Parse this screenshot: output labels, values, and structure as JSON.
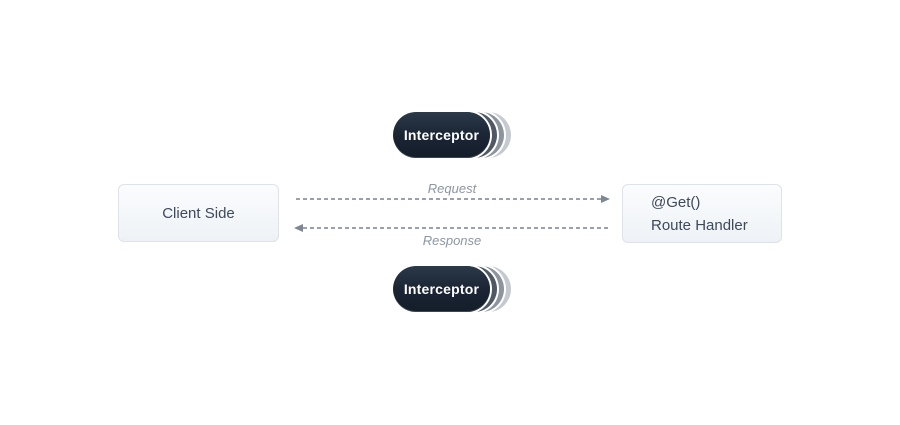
{
  "diagram": {
    "type": "flow-diagram",
    "interceptors": {
      "top": {
        "label": "Interceptor"
      },
      "bottom": {
        "label": "Interceptor"
      }
    },
    "client_box": {
      "label": "Client Side"
    },
    "handler_box": {
      "decorator": "@Get()",
      "name": "Route Handler"
    },
    "arrows": {
      "request": {
        "label": "Request",
        "direction": "right"
      },
      "response": {
        "label": "Response",
        "direction": "left"
      }
    },
    "colors": {
      "background": "#ffffff",
      "pill_gradient_top": "#2b3948",
      "pill_gradient_bottom": "#141e2a",
      "pill_text": "#ffffff",
      "stack_layer_1": "#4f5863",
      "stack_layer_2": "#8d949e",
      "stack_layer_3": "#c5cad1",
      "box_background_top": "#fbfcfe",
      "box_background_bottom": "#eef2f6",
      "box_border": "#dce3ea",
      "box_text": "#3e4a5a",
      "arrow_line": "#98a1ac",
      "arrow_label": "#8d95a3"
    }
  }
}
